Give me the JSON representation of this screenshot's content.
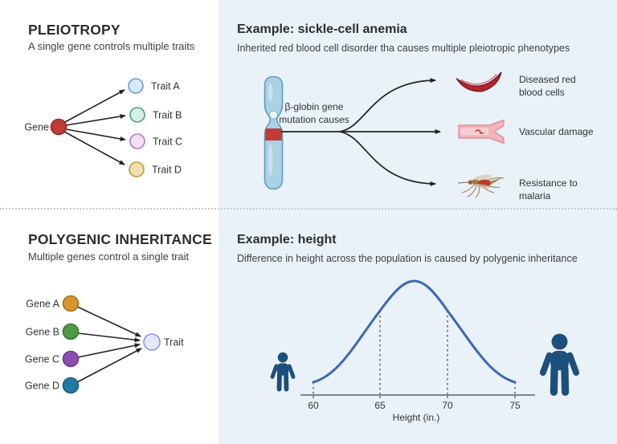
{
  "colors": {
    "panel_bg": "#e9f1f9",
    "divider": "#c6c9cc",
    "arrow": "#222222",
    "person": "#1d4f7c",
    "curve": "#3a68b2",
    "axis": "#5f6367"
  },
  "pleiotropy": {
    "title": "PLEIOTROPY",
    "subtitle": "A single gene controls multiple traits",
    "gene_label": "Gene",
    "gene_fill": "#c23b38",
    "gene_stroke": "#93282a",
    "traits": [
      {
        "label": "Trait A",
        "fill": "#d8e9f8",
        "stroke": "#6b9ccb"
      },
      {
        "label": "Trait B",
        "fill": "#d7f0e6",
        "stroke": "#4d9f85"
      },
      {
        "label": "Trait C",
        "fill": "#f4e1f6",
        "stroke": "#b974c7"
      },
      {
        "label": "Trait D",
        "fill": "#f1e1b0",
        "stroke": "#c3983a"
      }
    ],
    "example": {
      "title": "Example: sickle-cell anemia",
      "subtitle": "Inherited red blood cell disorder tha causes multiple pleiotropic phenotypes",
      "mutation_label": "β-globin gene mutation causes",
      "chromosome": {
        "fill": "#abd1e4",
        "stroke": "#5f9cbc",
        "band_fill": "#c23b38"
      },
      "outcomes": [
        {
          "label": "Diseased red blood cells",
          "icon": "sickle-cell-icon",
          "color": "#b22530"
        },
        {
          "label": "Vascular damage",
          "icon": "blood-vessel-icon",
          "color": "#f2b3b9"
        },
        {
          "label": "Resistance to malaria",
          "icon": "mosquito-icon",
          "color": "#b08d57"
        }
      ]
    }
  },
  "polygenic": {
    "title": "POLYGENIC INHERITANCE",
    "subtitle": "Multiple genes control a single trait",
    "genes": [
      {
        "label": "Gene A",
        "fill": "#d6942b",
        "stroke": "#a4731e"
      },
      {
        "label": "Gene B",
        "fill": "#4d9b41",
        "stroke": "#3a7531"
      },
      {
        "label": "Gene C",
        "fill": "#8d4db0",
        "stroke": "#6b3a86"
      },
      {
        "label": "Gene D",
        "fill": "#2279a3",
        "stroke": "#185e80"
      }
    ],
    "trait_label": "Trait",
    "trait_fill": "#e4e9f9",
    "trait_stroke": "#8898d8",
    "example": {
      "title": "Example: height",
      "subtitle": "Difference in height across the population is caused by polygenic inheritance",
      "chart": {
        "type": "area",
        "xlabel": "Height (in.)",
        "ticks": [
          "60",
          "65",
          "70",
          "75"
        ],
        "x_range": [
          59,
          76
        ],
        "peak_x": 67.5,
        "marker_lines_x": [
          65,
          70
        ],
        "curve_color": "#3a68b2",
        "grid": false
      }
    }
  }
}
